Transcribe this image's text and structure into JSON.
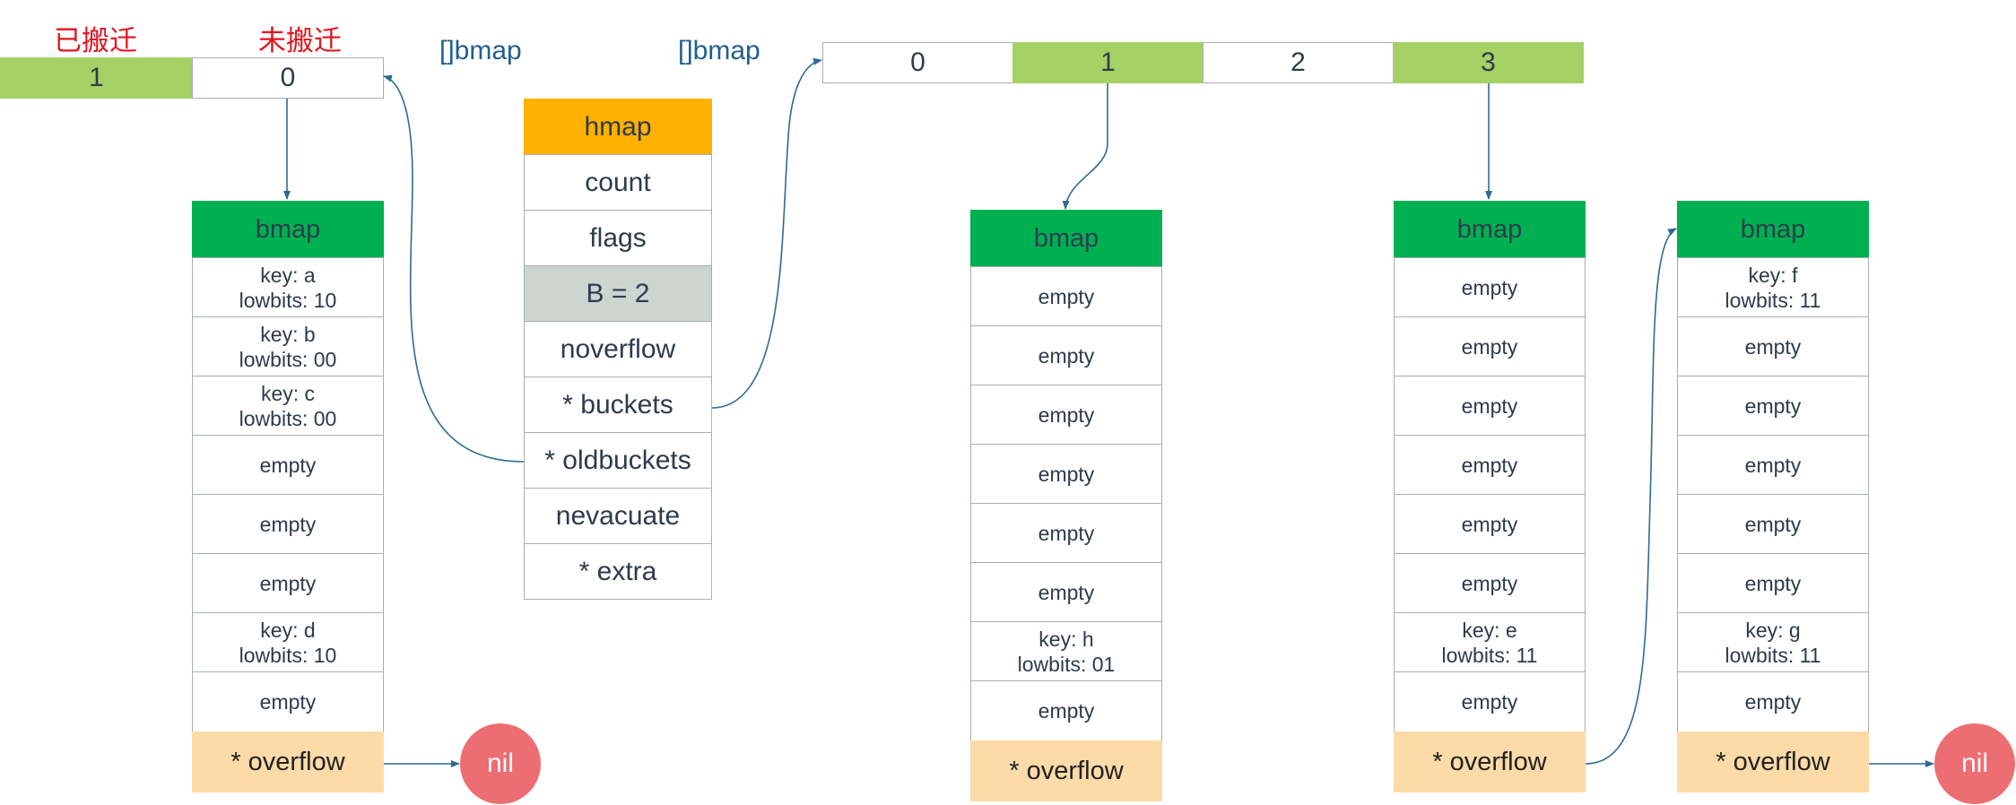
{
  "labels": {
    "migrated": "已搬迁",
    "not_migrated": "未搬迁",
    "old_array": "[]bmap",
    "new_array": "[]bmap"
  },
  "old_array": [
    "1",
    "0"
  ],
  "new_array": [
    "0",
    "1",
    "2",
    "3"
  ],
  "hmap": {
    "fields": [
      "hmap",
      "count",
      "flags",
      "B = 2",
      "noverflow",
      "* buckets",
      "* oldbuckets",
      "nevacuate",
      "* extra"
    ]
  },
  "buckets": {
    "old0": {
      "title": "bmap",
      "slots": [
        [
          "key: a",
          "lowbits: 10"
        ],
        [
          "key: b",
          "lowbits: 00"
        ],
        [
          "key: c",
          "lowbits: 00"
        ],
        [
          "empty"
        ],
        [
          "empty"
        ],
        [
          "empty"
        ],
        [
          "key: d",
          "lowbits: 10"
        ],
        [
          "empty"
        ]
      ],
      "overflow": "* overflow"
    },
    "new1": {
      "title": "bmap",
      "slots": [
        [
          "empty"
        ],
        [
          "empty"
        ],
        [
          "empty"
        ],
        [
          "empty"
        ],
        [
          "empty"
        ],
        [
          "empty"
        ],
        [
          "key: h",
          "lowbits: 01"
        ],
        [
          "empty"
        ]
      ],
      "overflow": "* overflow"
    },
    "new3": {
      "title": "bmap",
      "slots": [
        [
          "empty"
        ],
        [
          "empty"
        ],
        [
          "empty"
        ],
        [
          "empty"
        ],
        [
          "empty"
        ],
        [
          "empty"
        ],
        [
          "key: e",
          "lowbits: 11"
        ],
        [
          "empty"
        ]
      ],
      "overflow": "* overflow"
    },
    "new3_overflow": {
      "title": "bmap",
      "slots": [
        [
          "key: f",
          "lowbits: 11"
        ],
        [
          "empty"
        ],
        [
          "empty"
        ],
        [
          "empty"
        ],
        [
          "empty"
        ],
        [
          "empty"
        ],
        [
          "key: g",
          "lowbits: 11"
        ],
        [
          "empty"
        ]
      ],
      "overflow": "* overflow"
    }
  },
  "nil_label": "nil",
  "colors": {
    "bmap_header": "#00b050",
    "hmap_header": "#ffb000",
    "overflow": "#fcdba8",
    "migrated_slot": "#a5d165",
    "nil": "#ec6e72",
    "arrow": "#2e6a91",
    "label_red": "#e1141e",
    "label_blue": "#1f5f8e"
  }
}
